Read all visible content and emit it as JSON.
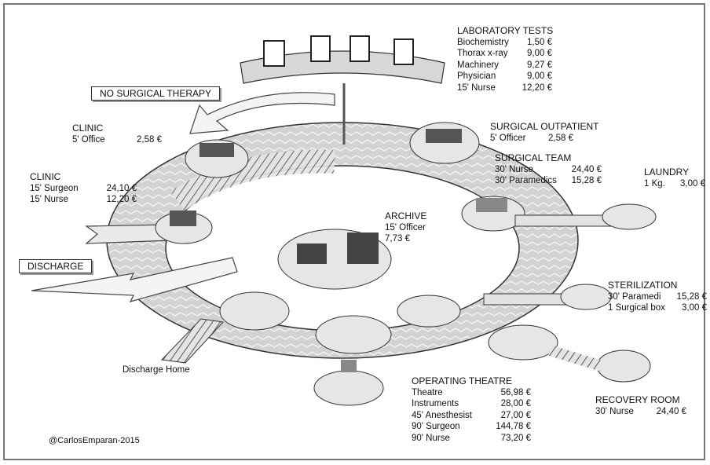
{
  "header": {},
  "nodes": {
    "lab": {
      "title": "LABORATORY TESTS",
      "items": [
        {
          "k": "Biochemistry",
          "v": "1,50 €"
        },
        {
          "k": "Thorax x-ray",
          "v": "9,00 €"
        },
        {
          "k": "Machinery",
          "v": "9,27 €"
        },
        {
          "k": "Physician",
          "v": "9,00 €"
        },
        {
          "k": "15' Nurse",
          "v": "12,20 €"
        }
      ]
    },
    "no_surgical": "NO SURGICAL THERAPY",
    "clinic_office": {
      "title": "CLINIC",
      "items": [
        {
          "k": "5' Office",
          "v": "2,58 €"
        }
      ]
    },
    "clinic_surgeon": {
      "title": "CLINIC",
      "items": [
        {
          "k": "15' Surgeon",
          "v": "24,10 €"
        },
        {
          "k": "15' Nurse",
          "v": "12,20 €"
        }
      ]
    },
    "surgical_outpatient": {
      "title": "SURGICAL OUTPATIENT",
      "items": [
        {
          "k": "5' Officer",
          "v": "2,58 €"
        }
      ]
    },
    "surgical_team": {
      "title": "SURGICAL TEAM",
      "items": [
        {
          "k": "30' Nurse",
          "v": "24,40 €"
        },
        {
          "k": "30' Paramedics",
          "v": "15,28 €"
        }
      ]
    },
    "laundry": {
      "title": "LAUNDRY",
      "items": [
        {
          "k": "1 Kg.",
          "v": "3,00 €"
        }
      ]
    },
    "archive": {
      "title": "ARCHIVE",
      "lines": [
        "15' Officer",
        "7,73 €"
      ]
    },
    "discharge": "DISCHARGE",
    "sterilization": {
      "title": "STERILIZATION",
      "items": [
        {
          "k": "30' Paramedi",
          "v": "15,28 €"
        },
        {
          "k": "1 Surgical box",
          "v": "3,00 €"
        }
      ]
    },
    "discharge_home": "Discharge Home",
    "operating_theatre": {
      "title": "OPERATING THEATRE",
      "items": [
        {
          "k": "Theatre",
          "v": "56,98 €"
        },
        {
          "k": "Instruments",
          "v": "28,00 €"
        },
        {
          "k": "45' Anesthesist",
          "v": "27,00 €"
        },
        {
          "k": "90' Surgeon",
          "v": "144,78 €"
        },
        {
          "k": "90' Nurse",
          "v": "73,20 €"
        }
      ]
    },
    "recovery_room": {
      "title": "RECOVERY ROOM",
      "items": [
        {
          "k": "30' Nurse",
          "v": "24,40 €"
        }
      ]
    }
  },
  "credit": "@CarlosEmparan-2015",
  "colors": {
    "stroke": "#333333",
    "fill_light": "#e6e6e6",
    "fill_mid": "#c8c8c8",
    "fill_dark": "#555555"
  }
}
